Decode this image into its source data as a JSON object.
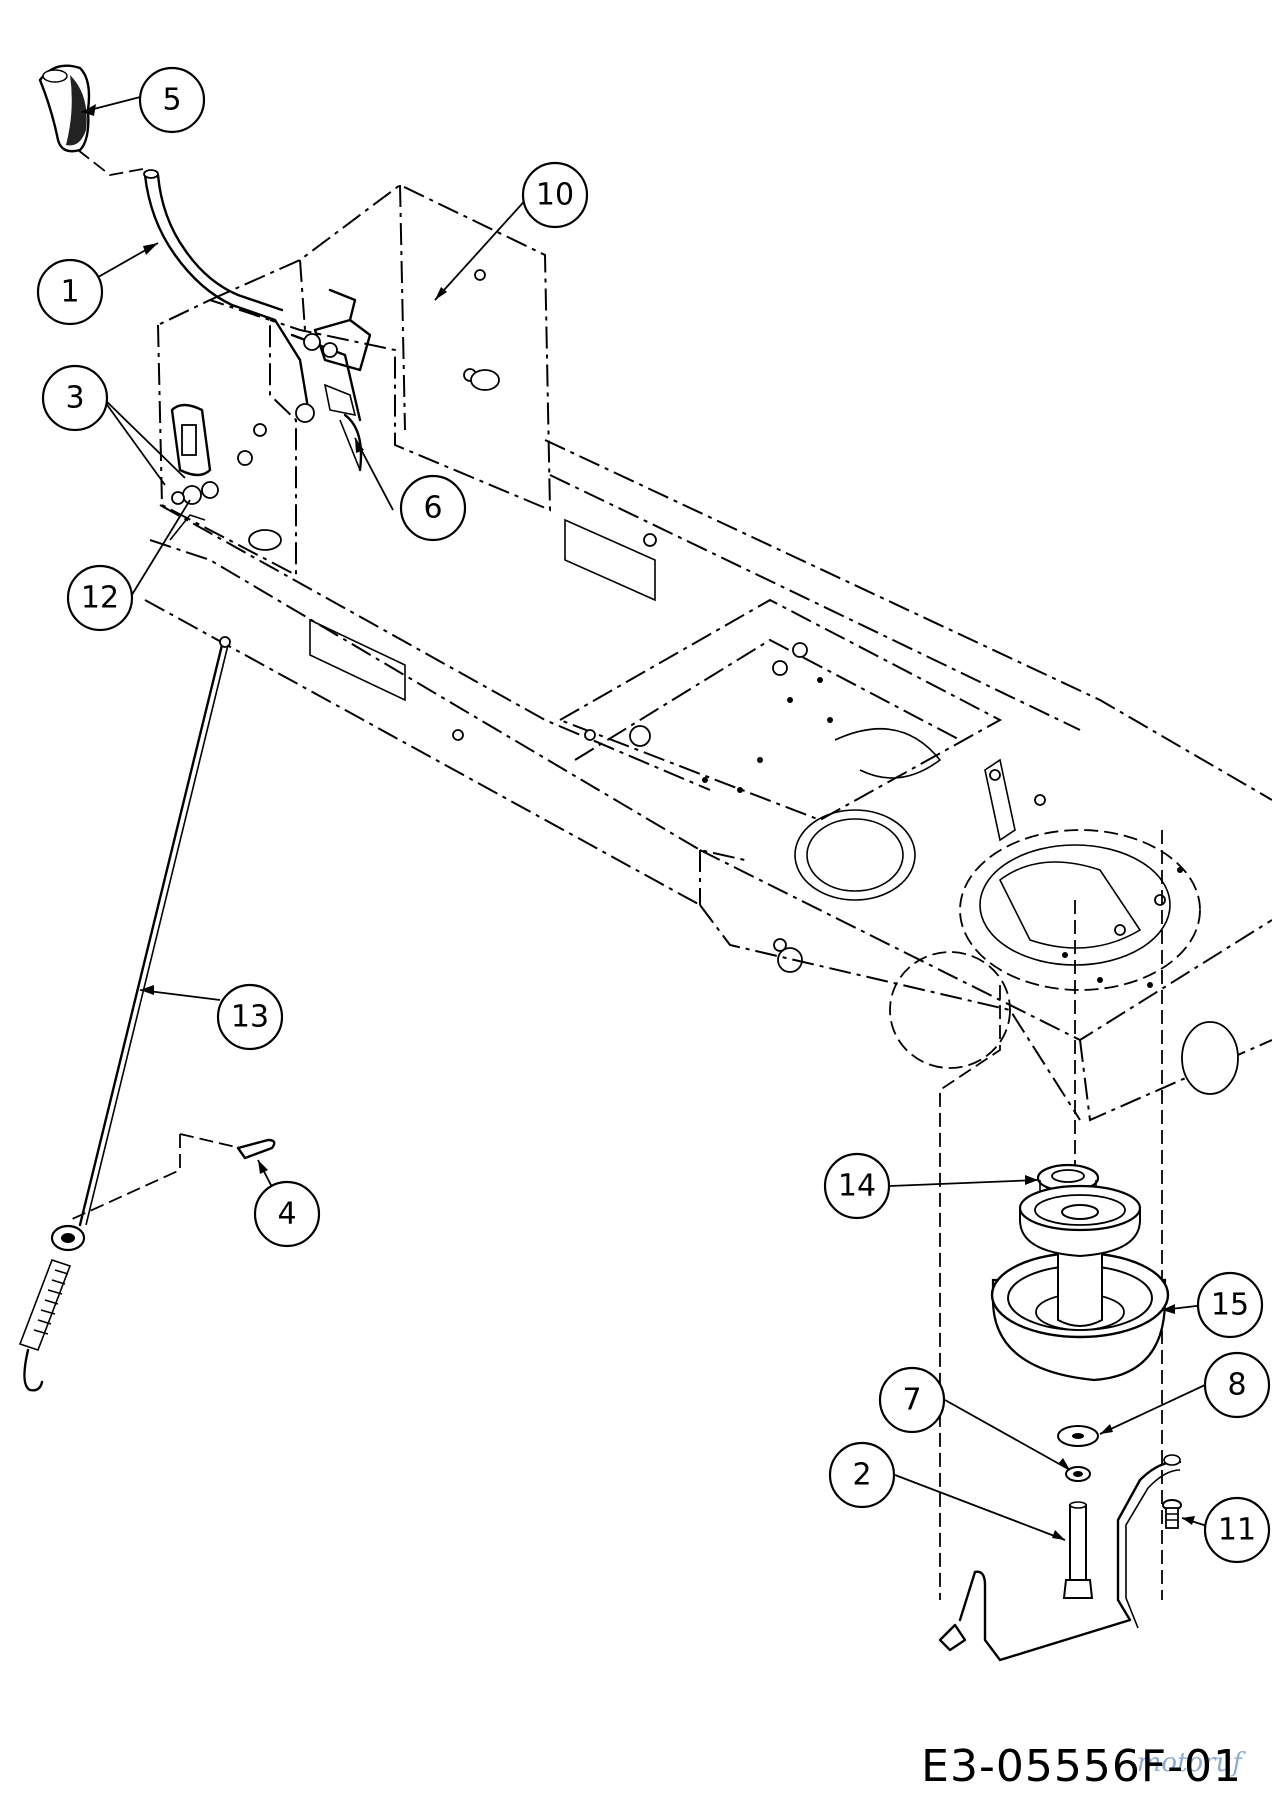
{
  "diagram": {
    "drawing_code": "E3-05556F-01",
    "watermark": "motoruf",
    "callouts": [
      {
        "id": "c1",
        "label": "1"
      },
      {
        "id": "c2",
        "label": "2"
      },
      {
        "id": "c3",
        "label": "3"
      },
      {
        "id": "c4",
        "label": "4"
      },
      {
        "id": "c5",
        "label": "5"
      },
      {
        "id": "c6",
        "label": "6"
      },
      {
        "id": "c7",
        "label": "7"
      },
      {
        "id": "c8",
        "label": "8"
      },
      {
        "id": "c10",
        "label": "10"
      },
      {
        "id": "c11",
        "label": "11"
      },
      {
        "id": "c12",
        "label": "12"
      },
      {
        "id": "c13",
        "label": "13"
      },
      {
        "id": "c14",
        "label": "14"
      },
      {
        "id": "c15",
        "label": "15"
      }
    ]
  }
}
